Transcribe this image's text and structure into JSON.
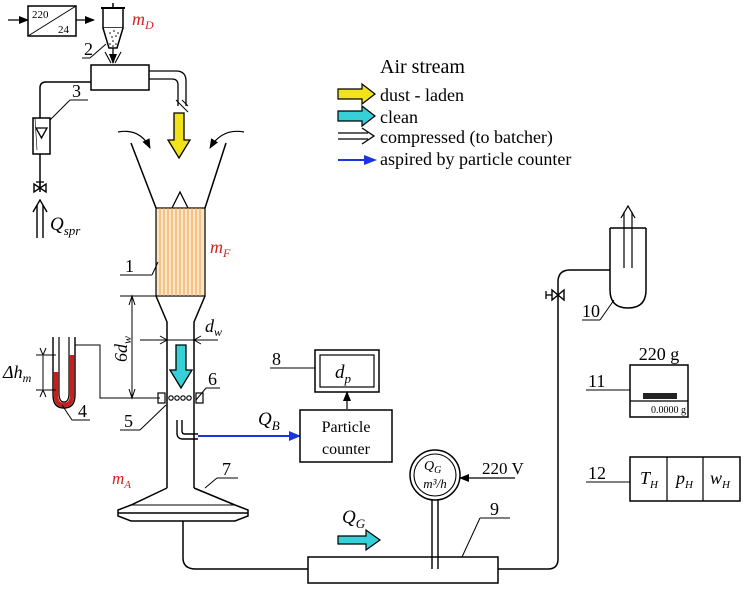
{
  "legend": {
    "title": "Air stream",
    "items": [
      {
        "label": "dust - laden",
        "color": "#f2e21a"
      },
      {
        "label": "clean",
        "color": "#35d0d8"
      },
      {
        "label": "compressed (to batcher)",
        "color": "#000000"
      },
      {
        "label": "aspired by particle counter",
        "color": "#1a35e0"
      }
    ]
  },
  "transformer": {
    "top": "220",
    "bottom": "24"
  },
  "numbers": {
    "n1": "1",
    "n2": "2",
    "n3": "3",
    "n4": "4",
    "n5": "5",
    "n6": "6",
    "n7": "7",
    "n8": "8",
    "n9": "9",
    "n10": "10",
    "n11": "11",
    "n12": "12"
  },
  "symbols": {
    "m_D_main": "m",
    "m_D_sub": "D",
    "m_F_main": "m",
    "m_F_sub": "F",
    "m_A_main": "m",
    "m_A_sub": "A",
    "q_spr_main": "Q",
    "q_spr_sub": "spr",
    "q_b_main": "Q",
    "q_b_sub": "B",
    "q_g_main": "Q",
    "q_g_sub": "G",
    "d_w_main": "d",
    "d_w_sub": "w",
    "six_dw_main": "6d",
    "six_dw_sub": "w",
    "dh_main": "Δh",
    "dh_sub": "m",
    "dp_main": "d",
    "dp_sub": "p"
  },
  "meter": {
    "q_main": "Q",
    "q_sub": "G",
    "unit": "m³/h",
    "voltage": "220 V"
  },
  "particle_counter": {
    "line1": "Particle",
    "line2": "counter"
  },
  "balance": {
    "capacity": "220 g",
    "readout": "0.0000 g"
  },
  "sensors": [
    {
      "main": "T",
      "sub": "H"
    },
    {
      "main": "p",
      "sub": "H"
    },
    {
      "main": "w",
      "sub": "H"
    }
  ]
}
